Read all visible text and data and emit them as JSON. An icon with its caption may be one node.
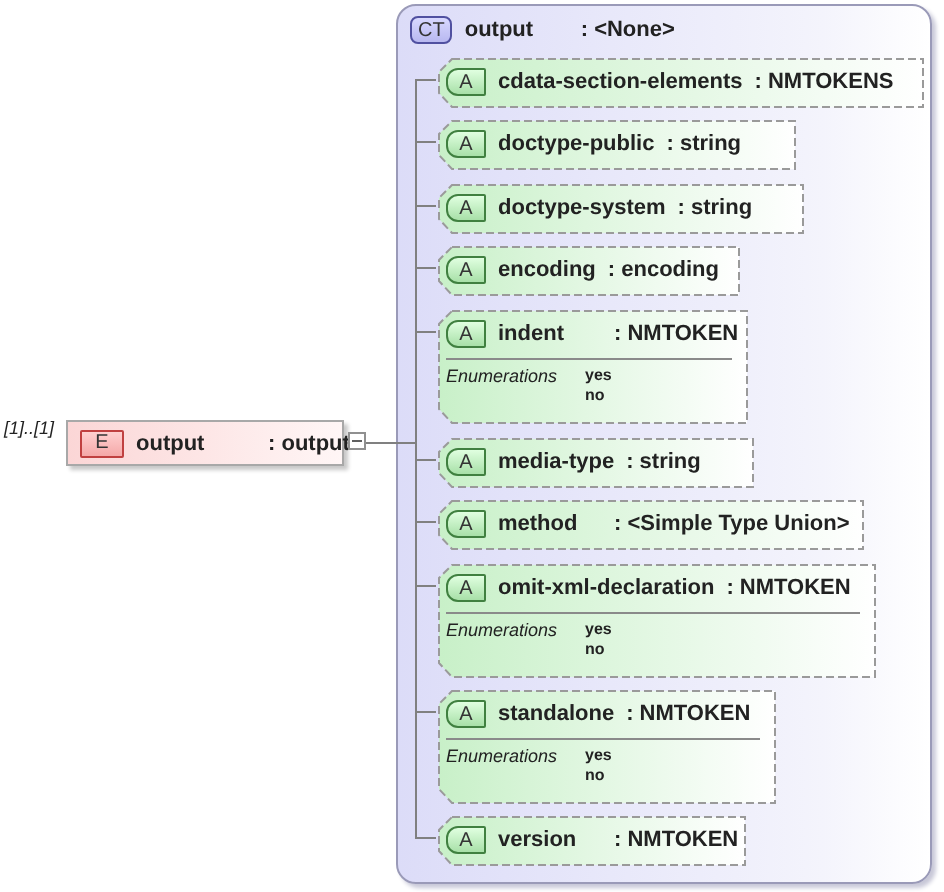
{
  "diagram": {
    "nodes": [
      {
        "text": [
          "E",
          "output",
          ": output"
        ],
        "beside": [
          "[1]..[1]"
        ]
      },
      {
        "text": [
          "CT",
          "output",
          ": <None>"
        ]
      },
      {
        "text": [
          "A",
          "cdata-section-elements",
          ": NMTOKENS"
        ],
        "in": 1
      },
      {
        "text": [
          "A",
          "doctype-public",
          ": string"
        ],
        "in": 1
      },
      {
        "text": [
          "A",
          "doctype-system",
          ": string"
        ],
        "in": 1
      },
      {
        "text": [
          "A",
          "encoding",
          ": encoding"
        ],
        "in": 1
      },
      {
        "text": [
          "A",
          "indent",
          ": NMTOKEN",
          "Enumerations",
          "yes",
          "no"
        ],
        "in": 1
      },
      {
        "text": [
          "A",
          "media-type",
          ": string"
        ],
        "in": 1
      },
      {
        "text": [
          "A",
          "method",
          ": <Simple Type Union>"
        ],
        "in": 1
      },
      {
        "text": [
          "A",
          "omit-xml-declaration",
          ": NMTOKEN",
          "Enumerations",
          "yes",
          "no"
        ],
        "in": 1
      },
      {
        "text": [
          "A",
          "standalone",
          ": NMTOKEN",
          "Enumerations",
          "yes",
          "no"
        ],
        "in": 1
      },
      {
        "text": [
          "A",
          "version",
          ": NMTOKEN"
        ],
        "in": 1
      }
    ],
    "edges": [
      {
        "from": 0,
        "to": 2,
        "arrow": "none"
      },
      {
        "from": 0,
        "to": 3,
        "arrow": "none"
      },
      {
        "from": 0,
        "to": 4,
        "arrow": "none"
      },
      {
        "from": 0,
        "to": 5,
        "arrow": "none"
      },
      {
        "from": 0,
        "to": 6,
        "arrow": "none"
      },
      {
        "from": 0,
        "to": 7,
        "arrow": "none"
      },
      {
        "from": 0,
        "to": 8,
        "arrow": "none"
      },
      {
        "from": 0,
        "to": 9,
        "arrow": "none"
      },
      {
        "from": 0,
        "to": 10,
        "arrow": "none"
      },
      {
        "from": 0,
        "to": 11,
        "arrow": "none"
      }
    ]
  }
}
